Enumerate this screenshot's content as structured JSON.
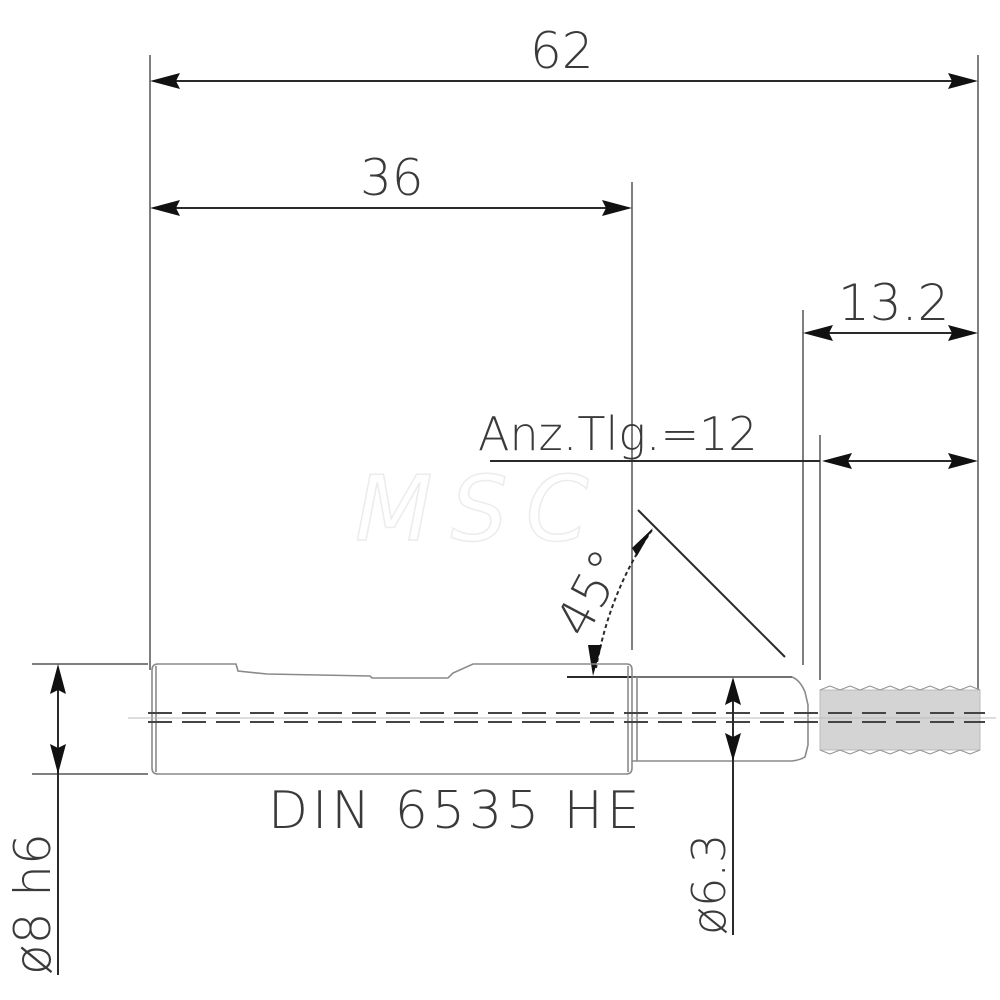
{
  "drawing": {
    "type": "technical-drawing",
    "subject": "thread tap / threading tool side view",
    "watermark": "MSC",
    "dimensions": {
      "overall_length": "62",
      "shank_length": "36",
      "thread_length": "13.2",
      "chamfer_angle": "45°",
      "flutes_note": "Anz.Tlg.=12",
      "shank_diameter": "ø8 h6",
      "neck_diameter": "ø6.3"
    },
    "standard_label": "DIN 6535 HE",
    "colors": {
      "line": "#2a2a2a",
      "part_outline": "#8a8a8a",
      "thread_fill": "#d4d4d4",
      "background": "#ffffff"
    }
  }
}
